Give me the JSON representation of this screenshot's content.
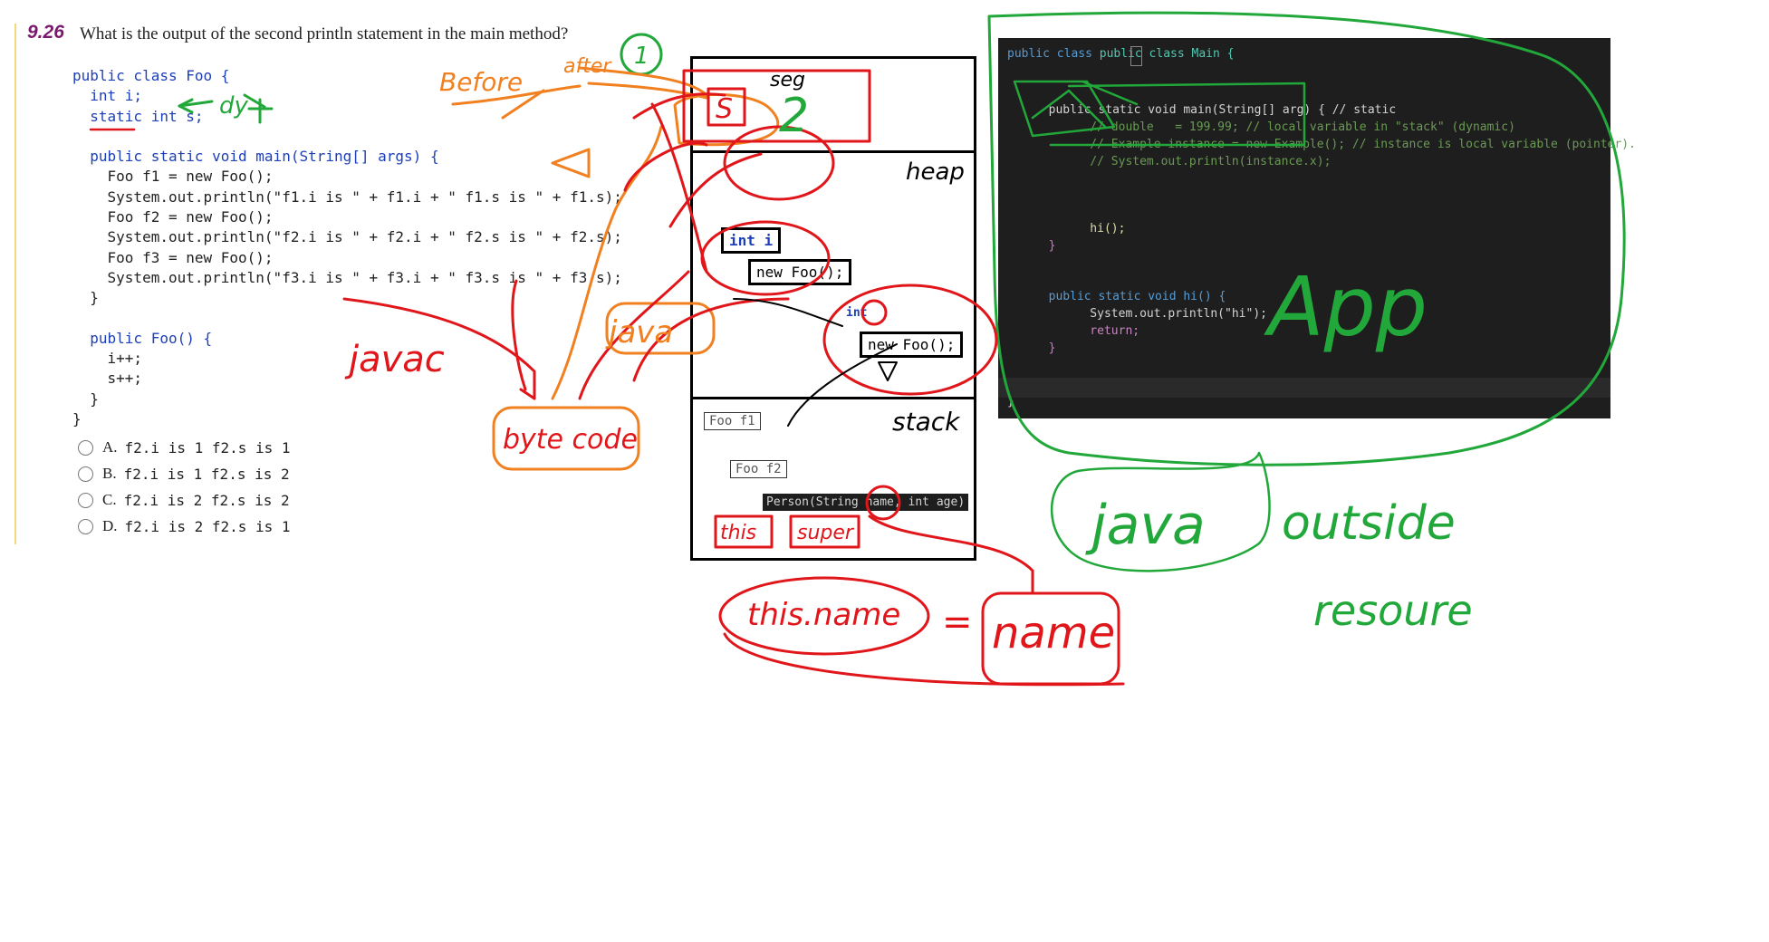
{
  "question": {
    "number": "9.26",
    "text": "What is the output of the second println statement in the main method?"
  },
  "code_lines": [
    "public class Foo {",
    "  int i;",
    "  static int s;",
    "",
    "  public static void main(String[] args) {",
    "    Foo f1 = new Foo();",
    "    System.out.println(\"f1.i is \" + f1.i + \" f1.s is \" + f1.s);",
    "    Foo f2 = new Foo();",
    "    System.out.println(\"f2.i is \" + f2.i + \" f2.s is \" + f2.s);",
    "    Foo f3 = new Foo();",
    "    System.out.println(\"f3.i is \" + f3.i + \" f3.s is \" + f3.s);",
    "  }",
    "",
    "  public Foo() {",
    "    i++;",
    "    s++;",
    "  }",
    "}"
  ],
  "options": [
    {
      "letter": "A.",
      "code": "f2.i is 1 f2.s is 1"
    },
    {
      "letter": "B.",
      "code": "f2.i is 1 f2.s is 2"
    },
    {
      "letter": "C.",
      "code": "f2.i is 2 f2.s is 2"
    },
    {
      "letter": "D.",
      "code": "f2.i is 2 f2.s is 1"
    }
  ],
  "memory_diagram": {
    "heap_cell_int": "int i",
    "heap_cell_new1": "new Foo();",
    "heap_cell_new2": "new Foo();",
    "heap_cell_int2": "int",
    "stack_cell_f1": "Foo f1",
    "stack_cell_f2": "Foo f2",
    "person_snippet": "Person(String name, int age)"
  },
  "vscode": {
    "lines": [
      "public class Main {",
      "  public static void main(String[] arg) { // static",
      "    // double   = 199.99; // local variable in \"stack\" (dynamic)",
      "    // Example instance = new Example(); // instance is local variable (pointer).",
      "    // System.out.println(instance.x);",
      "    hi();",
      "  }",
      "  public static void hi() {",
      "    System.out.println(\"hi\");",
      "    return;",
      "  }",
      "}"
    ]
  },
  "handwriting": {
    "before": "Before",
    "after": "after",
    "one": "1",
    "seg": "seg",
    "s_box": "S",
    "two": "2",
    "heap": "heap",
    "dy": "dy",
    "java_orange": "java",
    "javac": "javac",
    "byte_code": "byte code",
    "stack": "stack",
    "this": "this",
    "super": "super",
    "this_name": "this.name",
    "equals": "=",
    "name": "name",
    "app": "App",
    "java_green": "java",
    "outside": "outside",
    "resoure": "resoure"
  },
  "colors": {
    "ink_red": "#e0161b",
    "ink_orange": "#f08020",
    "ink_green": "#22a83a",
    "question_number": "#7a1a6e",
    "keyword_blue": "#1d3fb8",
    "vscode_bg": "#1e1e1e"
  }
}
